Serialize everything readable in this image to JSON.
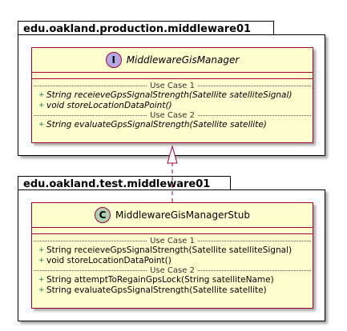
{
  "packages": {
    "production": {
      "name": "edu.oakland.production.middleware01"
    },
    "test": {
      "name": "edu.oakland.test.middleware01"
    }
  },
  "interface": {
    "stereotype_letter": "I",
    "stereotype_color": "#B4A7E5",
    "name": "MiddlewareGisManager",
    "sections": [
      {
        "label": "Use Case 1",
        "methods": [
          {
            "vis": "+",
            "text": "String receieveGpsSignalStrength(Satellite satelliteSignal)"
          },
          {
            "vis": "+",
            "text": "void storeLocationDataPoint()"
          }
        ]
      },
      {
        "label": "Use Case 2",
        "methods": [
          {
            "vis": "+",
            "text": "String evaluateGpsSignalStrength(Satellite satellite)"
          }
        ]
      }
    ]
  },
  "stub": {
    "stereotype_letter": "C",
    "stereotype_color": "#ADD1B2",
    "name": "MiddlewareGisManagerStub",
    "sections": [
      {
        "label": "Use Case 1",
        "methods": [
          {
            "vis": "+",
            "text": "String receieveGpsSignalStrength(Satellite satelliteSignal)"
          },
          {
            "vis": "+",
            "text": "void storeLocationDataPoint()"
          }
        ]
      },
      {
        "label": "Use Case 2",
        "methods": [
          {
            "vis": "+",
            "text": "String attemptToRegainGpsLock(String satelliteName)"
          },
          {
            "vis": "+",
            "text": "String evaluateGpsSignalStrength(Satellite satellite)"
          }
        ]
      }
    ]
  },
  "colors": {
    "class_fill": "#FEFECE",
    "class_border": "#A80036",
    "visibility": "#038048"
  }
}
